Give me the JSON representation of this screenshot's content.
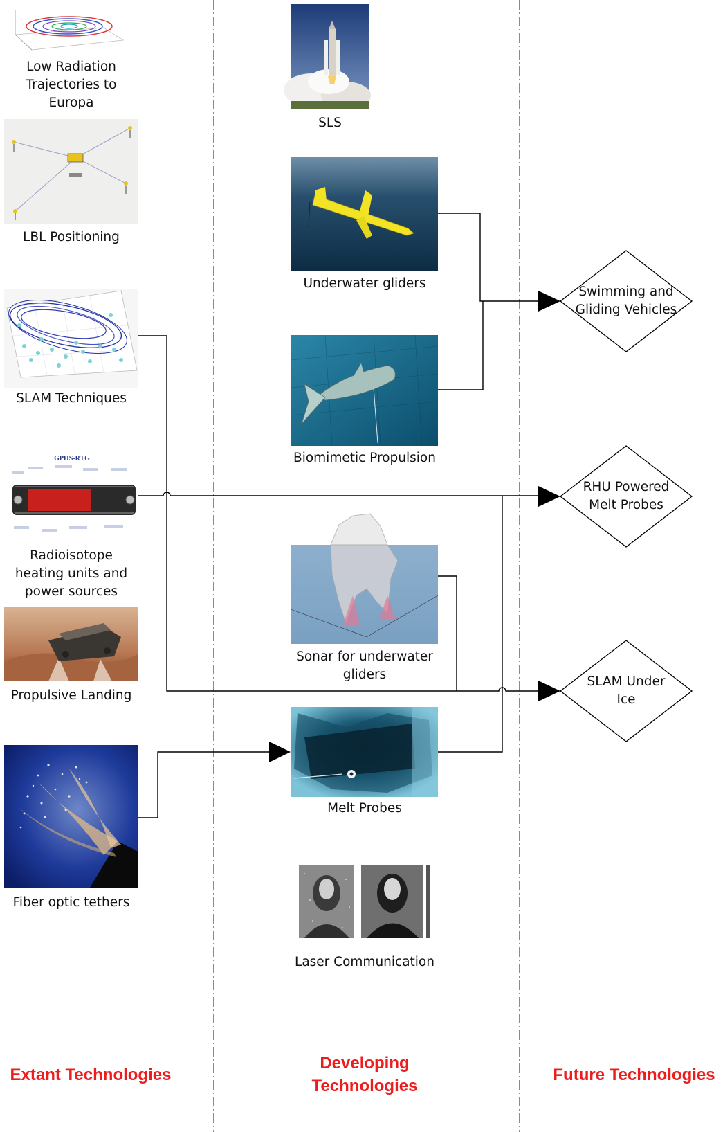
{
  "columns": {
    "extant": "Extant Technologies",
    "developing": "Developing\nTechnologies",
    "future": "Future Technologies"
  },
  "extant_items": {
    "trajectories": "Low Radiation\nTrajectories to\nEuropa",
    "lbl": "LBL Positioning",
    "slam": "SLAM Techniques",
    "rtg": "Radioisotope\nheating units and\npower sources",
    "landing": "Propulsive Landing",
    "fiber": "Fiber optic tethers"
  },
  "developing_items": {
    "sls": "SLS",
    "gliders": "Underwater gliders",
    "biomimetic": "Biomimetic Propulsion",
    "sonar": "Sonar for underwater\ngliders",
    "melt": "Melt Probes",
    "laser": "Laser Communication"
  },
  "future_items": {
    "swimming": "Swimming and\nGliding Vehicles",
    "rhu": "RHU Powered\nMelt Probes",
    "slam_ice": "SLAM Under\nIce"
  },
  "image_text": {
    "rtg_title": "GPHS-RTG"
  },
  "colors": {
    "column_divider": "#e8383d",
    "heading": "#ee1c1c",
    "connector": "#000000"
  }
}
